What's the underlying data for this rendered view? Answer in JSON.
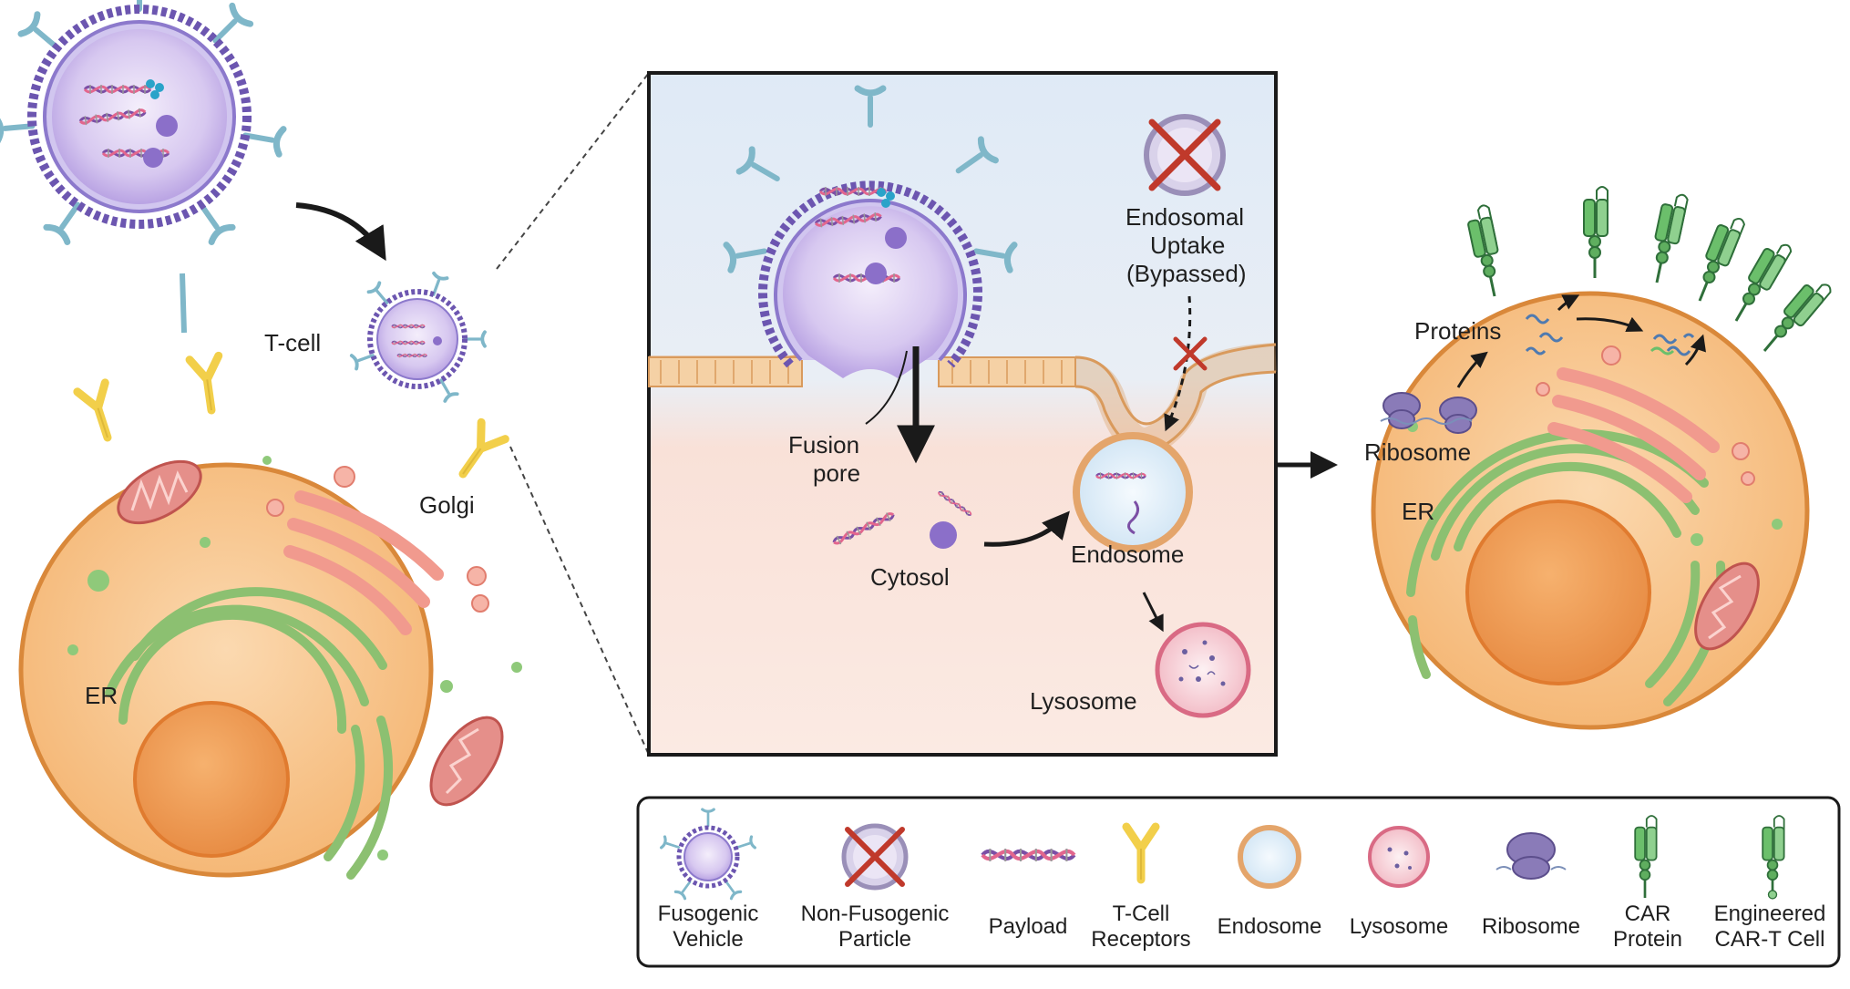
{
  "labels": {
    "tcell": "T-cell",
    "golgi_left": "Golgi",
    "er_left": "ER",
    "fusion_pore_1": "Fusion",
    "fusion_pore_2": "pore",
    "cytosol": "Cytosol",
    "endosome": "Endosome",
    "lysosome": "Lysosome",
    "endosomal_1": "Endosomal",
    "endosomal_2": "Uptake",
    "endosomal_3": "(Bypassed)",
    "proteins": "Proteins",
    "ribosome": "Ribosome",
    "er_right": "ER"
  },
  "legend": [
    {
      "line1": "Fusogenic",
      "line2": "Vehicle",
      "icon": "fusogenic-vehicle-icon"
    },
    {
      "line1": "Non-Fusogenic",
      "line2": "Particle",
      "icon": "non-fusogenic-particle-icon"
    },
    {
      "line1": "Payload",
      "line2": "",
      "icon": "payload-icon"
    },
    {
      "line1": "T-Cell",
      "line2": "Receptors",
      "icon": "t-cell-receptor-icon"
    },
    {
      "line1": "Endosome",
      "line2": "",
      "icon": "endosome-icon"
    },
    {
      "line1": "Lysosome",
      "line2": "",
      "icon": "lysosome-icon"
    },
    {
      "line1": "Ribosome",
      "line2": "",
      "icon": "ribosome-icon"
    },
    {
      "line1": "CAR",
      "line2": "Protein",
      "icon": "car-protein-icon"
    },
    {
      "line1": "Engineered",
      "line2": "CAR-T Cell",
      "icon": "engineered-car-t-cell-icon"
    }
  ],
  "colors": {
    "cell_fill": "#f7c48c",
    "cell_stroke": "#d9883a",
    "nucleus_fill": "#f2a15c",
    "vesicle_membrane": "#7a5fb8",
    "er_green": "#9cc97a",
    "golgi_pink": "#f19a8e",
    "mito": "#d9706e",
    "receptor_yellow": "#f2cf4a",
    "car_green": "#5fae5f",
    "inset_top": "#e3eef8",
    "inset_bottom": "#f9e3dc",
    "x_red": "#c0392b"
  }
}
